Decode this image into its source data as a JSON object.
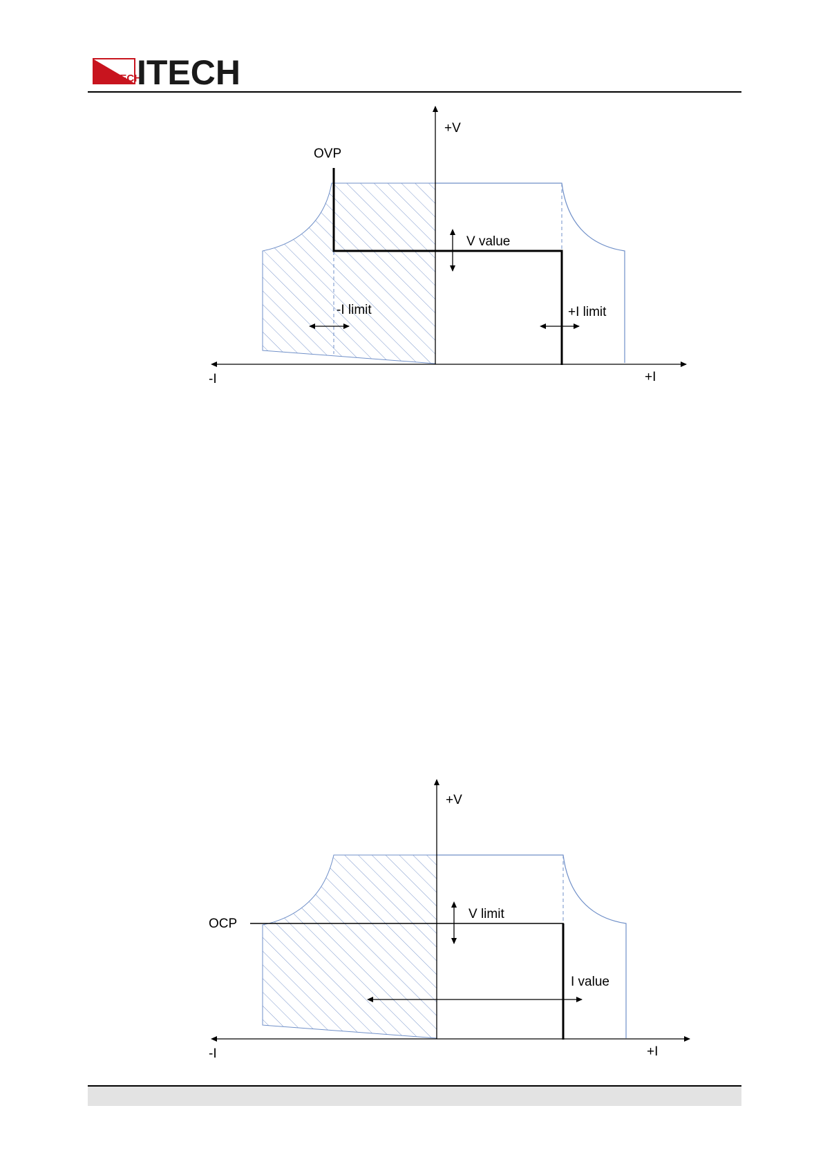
{
  "header": {
    "logo_text": "ITECH",
    "logo_badge_text": "ITECH",
    "colors": {
      "logo_red": "#c8141e",
      "logo_black": "#1a1a1a"
    }
  },
  "figure1": {
    "labels": {
      "y_axis": "+V",
      "x_neg": "-I",
      "x_pos": "+I",
      "ovp": "OVP",
      "v_value": "V value",
      "neg_limit": "-I limit",
      "pos_limit": "+I limit"
    }
  },
  "figure2": {
    "labels": {
      "y_axis": "+V",
      "x_neg": "-I",
      "x_pos": "+I",
      "ocp": "OCP",
      "v_limit": "V limit",
      "i_value": "I value"
    }
  },
  "colors": {
    "envelope_blue": "#6f8fc8",
    "hatch_blue": "#7a96cc",
    "axis": "#000000"
  }
}
